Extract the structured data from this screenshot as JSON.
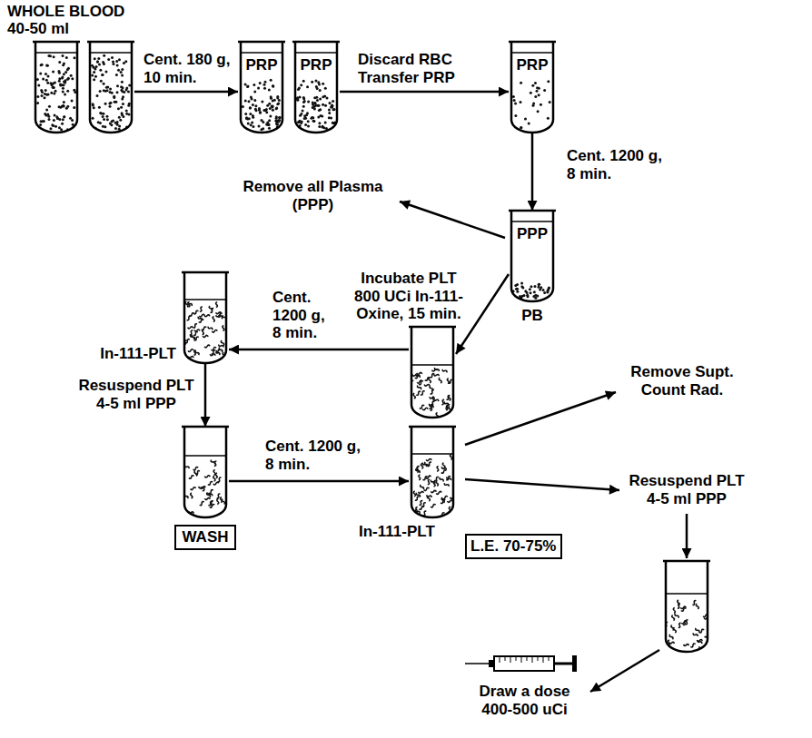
{
  "diagram": {
    "nodes": [
      {
        "text": [
          "WHOLE BLOOD 40-50 ml"
        ]
      },
      {
        "text": [
          "PRP",
          "PRP"
        ]
      },
      {
        "text": [
          "PRP"
        ]
      },
      {
        "text": [
          "PPP",
          "PB"
        ]
      },
      {
        "text": [
          "Incubate PLT 800 UCi In-111- Oxine, 15 min."
        ]
      },
      {
        "text": [
          "In-111-PLT"
        ]
      },
      {
        "text": [
          "WASH"
        ]
      },
      {
        "text": [
          "In-111-PLT",
          "L.E. 70-75%"
        ]
      }
    ],
    "edges": [
      {
        "from": 0,
        "to": 1,
        "label": "Cent. 180 g, 10 min.",
        "arrow": "to"
      },
      {
        "from": 1,
        "to": 2,
        "label": "Discard RBC Transfer PRP",
        "arrow": "to"
      },
      {
        "from": 2,
        "to": 3,
        "label": "Cent. 1200 g, 8 min.",
        "arrow": "to"
      },
      {
        "from": 3,
        "to": 4,
        "arrow": "to"
      },
      {
        "from": 4,
        "to": 5,
        "label": "Cent. 1200 g, 8 min.",
        "arrow": "to"
      },
      {
        "from": 5,
        "to": 6,
        "label": "Resuspend PLT 4-5 ml PPP",
        "arrow": "to"
      },
      {
        "from": 6,
        "to": 7,
        "label": "Cent. 1200 g, 8 min.",
        "arrow": "to"
      }
    ],
    "labels": [
      "Remove all Plasma (PPP)",
      "Remove Supt. Count Rad.",
      "Resuspend PLT 4-5 ml PPP",
      "Draw a dose 400-500 uCi"
    ]
  }
}
